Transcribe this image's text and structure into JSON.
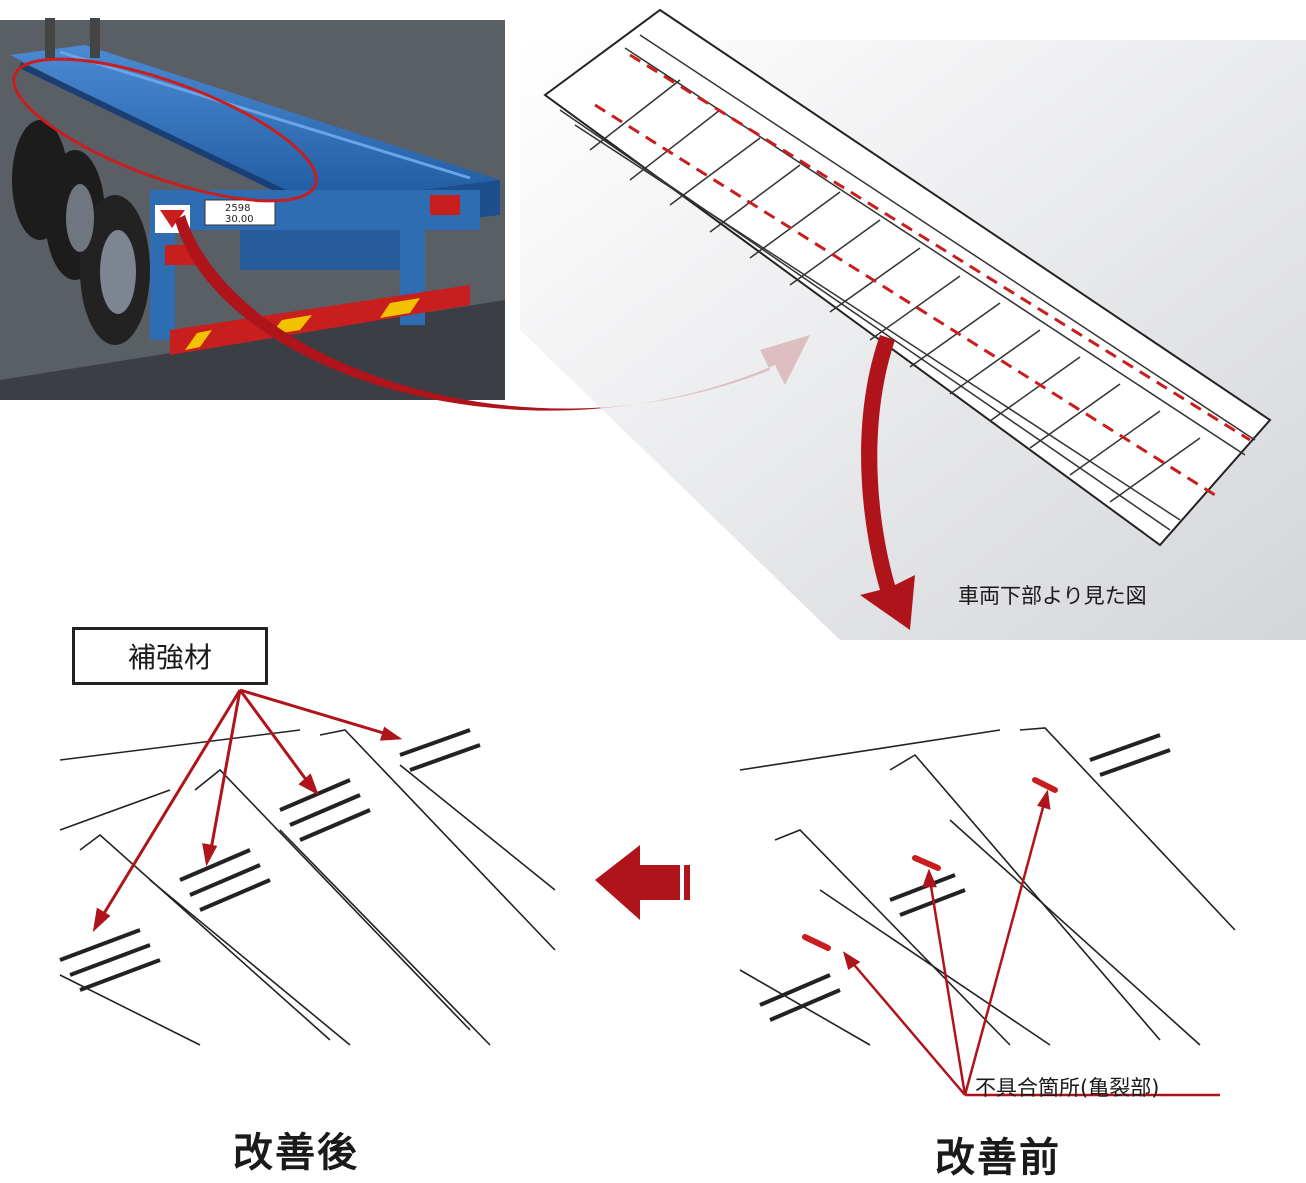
{
  "labels": {
    "bottom_view_caption": "車両下部より見た図",
    "reinforcement": "補強材",
    "defect_location": "不具合箇所(亀裂部)",
    "after_improvement": "改善後",
    "before_improvement": "改善前"
  },
  "plate": {
    "line1": "2598",
    "line2": "30.00"
  },
  "colors": {
    "trailer_blue": "#2f6db3",
    "accent_red": "#b0141b",
    "line_dark": "#222222",
    "safety_yellow": "#f2c200"
  },
  "icons": [
    "trailer-photo",
    "curved-arrow-icon",
    "left-arrow-icon",
    "frame-diagram"
  ]
}
